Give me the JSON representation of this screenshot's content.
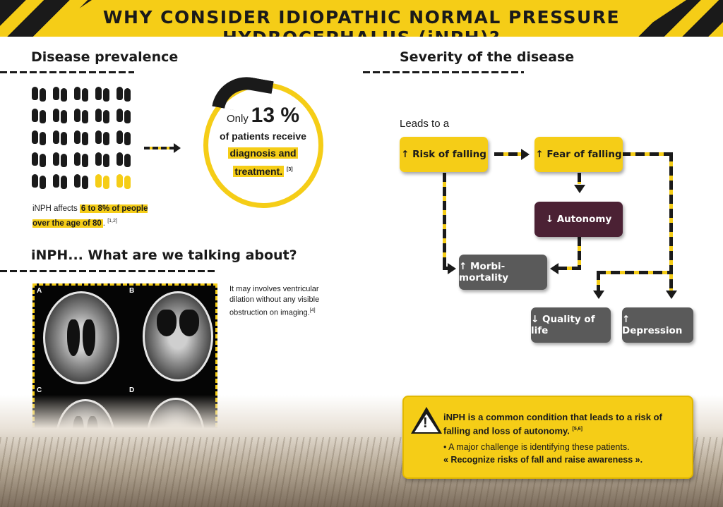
{
  "header": {
    "title": "WHY CONSIDER IDIOPATHIC NORMAL   PRESSURE HYDROCEPHALUS (iNPH)?"
  },
  "prevalence": {
    "title": "Disease prevalence",
    "feet_total": 25,
    "feet_highlighted": 2,
    "text_prefix": "iNPH affects ",
    "text_highlight": "6 to 8% of people over the age of 80",
    "text_suffix": ".",
    "ref": "[1,2]",
    "circle": {
      "only": "Only",
      "percent": "13 %",
      "line1": "of patients receive",
      "hl1": "diagnosis and",
      "hl2": "treatment.",
      "ref": "[3]"
    }
  },
  "about": {
    "title": "iNPH... What are we talking about?",
    "caption": "It may involves ventricular dilation without any visible obstruction on imaging.",
    "ref": "[4]",
    "mri_labels": [
      "A",
      "B",
      "C",
      "D"
    ]
  },
  "severity": {
    "title": "Severity of the disease",
    "leads_to": "Leads to a",
    "boxes": {
      "risk_falling": "↑ Risk of falling",
      "fear_falling": "↑ Fear of falling",
      "autonomy": "↓ Autonomy",
      "morbi": "↑ Morbi-mortality",
      "quality": "↓ Quality of life",
      "depression": "↑ Depression"
    }
  },
  "callout": {
    "icon": "warning-icon",
    "main": "iNPH is a common condition that leads to a risk of falling and loss of autonomy.",
    "ref": "[5,6]",
    "line1": "• A major challenge is identifying these patients.",
    "line2": "« Recognize risks of fall and raise awareness »."
  },
  "colors": {
    "accent": "#f5cd17",
    "dark": "#1a1a1a",
    "purple": "#4b2134",
    "grey": "#5a5a5a"
  }
}
